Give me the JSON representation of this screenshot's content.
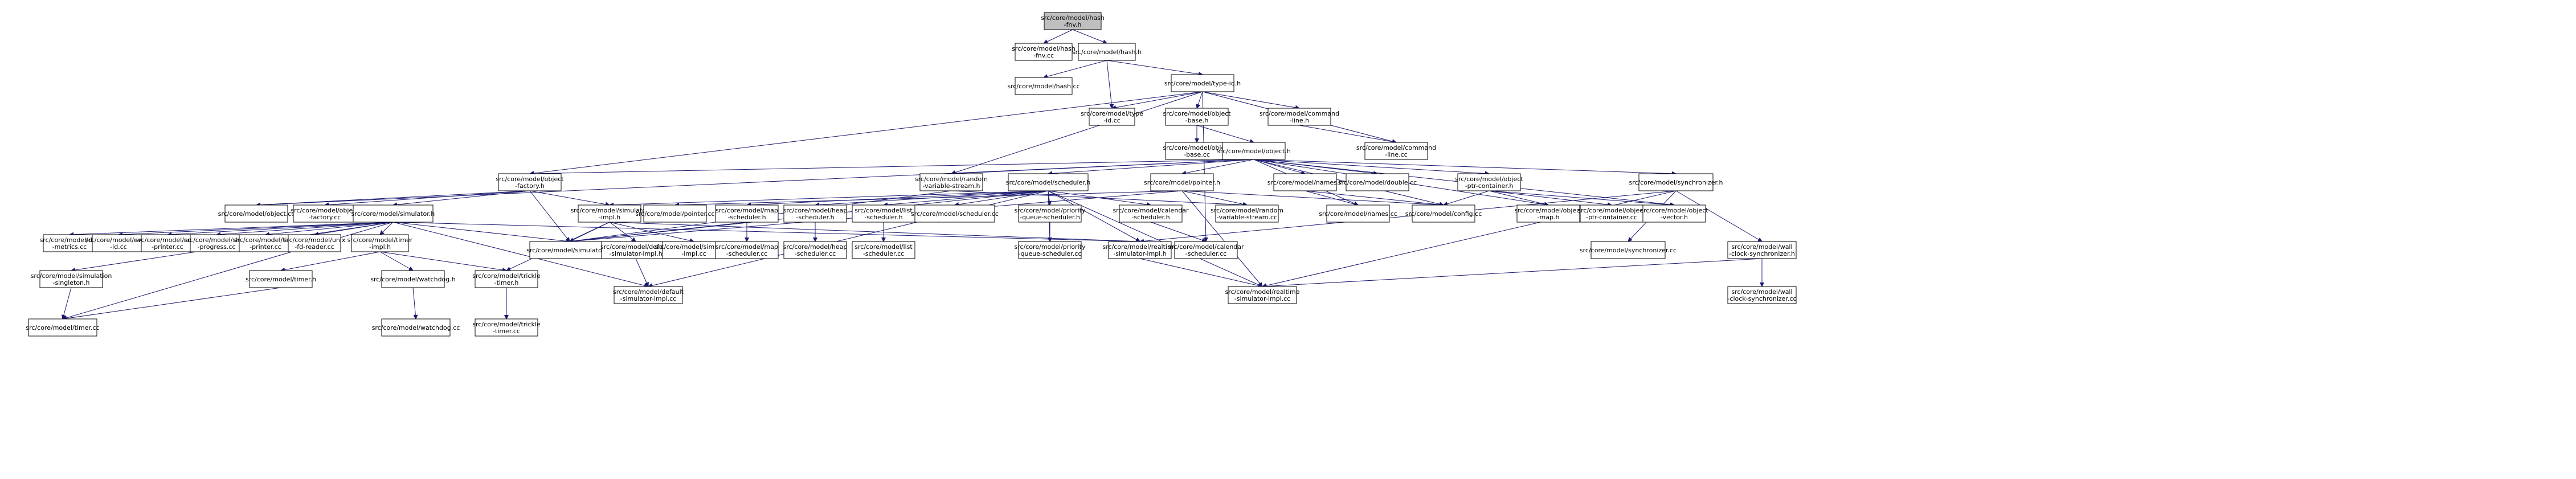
{
  "title": "Include dependency graph",
  "colors": {
    "edge": "#191970",
    "root_fill": "#bfbfbf",
    "node_fill": "#ffffff",
    "node_stroke": "#000000"
  },
  "nodes": [
    {
      "id": "hashfnv_h",
      "lines": [
        "src/core/model/hash",
        "-fnv.h"
      ],
      "root": true
    },
    {
      "id": "hashfnv_cc",
      "lines": [
        "src/core/model/hash",
        "-fnv.cc"
      ]
    },
    {
      "id": "hash_h",
      "lines": [
        "src/core/model/hash.h"
      ]
    },
    {
      "id": "hash_cc",
      "lines": [
        "src/core/model/hash.cc"
      ]
    },
    {
      "id": "typeid_h",
      "lines": [
        "src/core/model/type-id.h"
      ]
    },
    {
      "id": "typeid_cc",
      "lines": [
        "src/core/model/type",
        "-id.cc"
      ]
    },
    {
      "id": "objbase_h",
      "lines": [
        "src/core/model/object",
        "-base.h"
      ]
    },
    {
      "id": "cmdline_h",
      "lines": [
        "src/core/model/command",
        "-line.h"
      ]
    },
    {
      "id": "objbase_cc",
      "lines": [
        "src/core/model/object",
        "-base.cc"
      ]
    },
    {
      "id": "cmdline_cc",
      "lines": [
        "src/core/model/command",
        "-line.cc"
      ]
    },
    {
      "id": "object_h",
      "lines": [
        "src/core/model/object.h"
      ]
    },
    {
      "id": "objfactory_h",
      "lines": [
        "src/core/model/object",
        "-factory.h"
      ]
    },
    {
      "id": "randvar_h",
      "lines": [
        "src/core/model/random",
        "-variable-stream.h"
      ]
    },
    {
      "id": "scheduler_h",
      "lines": [
        "src/core/model/scheduler.h"
      ]
    },
    {
      "id": "pointer_h",
      "lines": [
        "src/core/model/pointer.h"
      ]
    },
    {
      "id": "names_h",
      "lines": [
        "src/core/model/names.h"
      ]
    },
    {
      "id": "double_cc",
      "lines": [
        "src/core/model/double.cc"
      ]
    },
    {
      "id": "ptrcont_h",
      "lines": [
        "src/core/model/object",
        "-ptr-container.h"
      ]
    },
    {
      "id": "synchronizer_h",
      "lines": [
        "src/core/model/synchronizer.h"
      ]
    },
    {
      "id": "object_cc",
      "lines": [
        "src/core/model/object.cc"
      ]
    },
    {
      "id": "objfactory_cc",
      "lines": [
        "src/core/model/object",
        "-factory.cc"
      ]
    },
    {
      "id": "simulator_h",
      "lines": [
        "src/core/model/simulator.h"
      ]
    },
    {
      "id": "simimpl_h",
      "lines": [
        "src/core/model/simulator",
        "-impl.h"
      ]
    },
    {
      "id": "pointer_cc",
      "lines": [
        "src/core/model/pointer.cc"
      ]
    },
    {
      "id": "mapsched_h",
      "lines": [
        "src/core/model/map",
        "-scheduler.h"
      ]
    },
    {
      "id": "heapsched_h",
      "lines": [
        "src/core/model/heap",
        "-scheduler.h"
      ]
    },
    {
      "id": "listsched_h",
      "lines": [
        "src/core/model/list",
        "-scheduler.h"
      ]
    },
    {
      "id": "scheduler_cc",
      "lines": [
        "src/core/model/scheduler.cc"
      ]
    },
    {
      "id": "pqsched_h",
      "lines": [
        "src/core/model/priority",
        "-queue-scheduler.h"
      ]
    },
    {
      "id": "calsched_h",
      "lines": [
        "src/core/model/calendar",
        "-scheduler.h"
      ]
    },
    {
      "id": "randvar_cc",
      "lines": [
        "src/core/model/random",
        "-variable-stream.cc"
      ]
    },
    {
      "id": "names_cc",
      "lines": [
        "src/core/model/names.cc"
      ]
    },
    {
      "id": "config_cc",
      "lines": [
        "src/core/model/config.cc"
      ]
    },
    {
      "id": "objmap_h",
      "lines": [
        "src/core/model/object",
        "-map.h"
      ]
    },
    {
      "id": "ptrcont_cc",
      "lines": [
        "src/core/model/object",
        "-ptr-container.cc"
      ]
    },
    {
      "id": "objvector_h",
      "lines": [
        "src/core/model/object",
        "-vector.h"
      ]
    },
    {
      "id": "desmetrics_cc",
      "lines": [
        "src/core/model/des",
        "-metrics.cc"
      ]
    },
    {
      "id": "eventid_cc",
      "lines": [
        "src/core/model/event",
        "-id.cc"
      ]
    },
    {
      "id": "nodeprinter_cc",
      "lines": [
        "src/core/model/node",
        "-printer.cc"
      ]
    },
    {
      "id": "showprog_cc",
      "lines": [
        "src/core/model/show",
        "-progress.cc"
      ]
    },
    {
      "id": "timeprinter_cc",
      "lines": [
        "src/core/model/time",
        "-printer.cc"
      ]
    },
    {
      "id": "unixfd_cc",
      "lines": [
        "src/core/model/unix",
        "-fd-reader.cc"
      ]
    },
    {
      "id": "timerimpl_h",
      "lines": [
        "src/core/model/timer",
        "-impl.h"
      ]
    },
    {
      "id": "simulator_cc",
      "lines": [
        "src/core/model/simulator.cc"
      ]
    },
    {
      "id": "defsimimpl_h",
      "lines": [
        "src/core/model/default",
        "-simulator-impl.h"
      ]
    },
    {
      "id": "simimpl_cc",
      "lines": [
        "src/core/model/simulator",
        "-impl.cc"
      ]
    },
    {
      "id": "mapsched_cc",
      "lines": [
        "src/core/model/map",
        "-scheduler.cc"
      ]
    },
    {
      "id": "heapsched_cc",
      "lines": [
        "src/core/model/heap",
        "-scheduler.cc"
      ]
    },
    {
      "id": "listsched_cc",
      "lines": [
        "src/core/model/list",
        "-scheduler.cc"
      ]
    },
    {
      "id": "pqsched_cc",
      "lines": [
        "src/core/model/priority",
        "-queue-scheduler.cc"
      ]
    },
    {
      "id": "rtsimimpl_h",
      "lines": [
        "src/core/model/realtime",
        "-simulator-impl.h"
      ]
    },
    {
      "id": "calsched_cc",
      "lines": [
        "src/core/model/calendar",
        "-scheduler.cc"
      ]
    },
    {
      "id": "synchronizer_cc",
      "lines": [
        "src/core/model/synchronizer.cc"
      ]
    },
    {
      "id": "wallclock_h",
      "lines": [
        "src/core/model/wall",
        "-clock-synchronizer.h"
      ]
    },
    {
      "id": "simsingleton_h",
      "lines": [
        "src/core/model/simulation",
        "-singleton.h"
      ]
    },
    {
      "id": "timer_h",
      "lines": [
        "src/core/model/timer.h"
      ]
    },
    {
      "id": "watchdog_h",
      "lines": [
        "src/core/model/watchdog.h"
      ]
    },
    {
      "id": "trickle_h",
      "lines": [
        "src/core/model/trickle",
        "-timer.h"
      ]
    },
    {
      "id": "defsimimpl_cc",
      "lines": [
        "src/core/model/default",
        "-simulator-impl.cc"
      ]
    },
    {
      "id": "rtsimimpl_cc",
      "lines": [
        "src/core/model/realtime",
        "-simulator-impl.cc"
      ]
    },
    {
      "id": "wallclock_cc",
      "lines": [
        "src/core/model/wall",
        "-clock-synchronizer.cc"
      ]
    },
    {
      "id": "timer_cc",
      "lines": [
        "src/core/model/timer.cc"
      ]
    },
    {
      "id": "watchdog_cc",
      "lines": [
        "src/core/model/watchdog.cc"
      ]
    },
    {
      "id": "trickle_cc",
      "lines": [
        "src/core/model/trickle",
        "-timer.cc"
      ]
    }
  ],
  "edges": [
    [
      "hashfnv_h",
      "hashfnv_cc"
    ],
    [
      "hashfnv_h",
      "hash_h"
    ],
    [
      "hash_h",
      "hash_cc"
    ],
    [
      "hash_h",
      "typeid_h"
    ],
    [
      "hash_h",
      "typeid_cc"
    ],
    [
      "typeid_h",
      "typeid_cc"
    ],
    [
      "typeid_h",
      "objbase_h"
    ],
    [
      "typeid_h",
      "cmdline_h"
    ],
    [
      "typeid_h",
      "cmdline_cc"
    ],
    [
      "typeid_h",
      "randvar_h"
    ],
    [
      "typeid_h",
      "objfactory_h"
    ],
    [
      "typeid_h",
      "calsched_cc"
    ],
    [
      "objbase_h",
      "objbase_cc"
    ],
    [
      "objbase_h",
      "object_h"
    ],
    [
      "cmdline_h",
      "cmdline_cc"
    ],
    [
      "object_h",
      "objfactory_h"
    ],
    [
      "object_h",
      "randvar_h"
    ],
    [
      "object_h",
      "scheduler_h"
    ],
    [
      "object_h",
      "pointer_h"
    ],
    [
      "object_h",
      "names_h"
    ],
    [
      "object_h",
      "double_cc"
    ],
    [
      "object_h",
      "ptrcont_h"
    ],
    [
      "object_h",
      "synchronizer_h"
    ],
    [
      "object_h",
      "object_cc"
    ],
    [
      "object_h",
      "config_cc"
    ],
    [
      "object_h",
      "objmap_h"
    ],
    [
      "object_h",
      "objvector_h"
    ],
    [
      "object_h",
      "names_cc"
    ],
    [
      "objfactory_h",
      "object_cc"
    ],
    [
      "objfactory_h",
      "objfactory_cc"
    ],
    [
      "objfactory_h",
      "simulator_h"
    ],
    [
      "objfactory_h",
      "simulator_cc"
    ],
    [
      "objfactory_h",
      "simimpl_h"
    ],
    [
      "randvar_h",
      "randvar_cc"
    ],
    [
      "randvar_h",
      "simulator_cc"
    ],
    [
      "scheduler_h",
      "simimpl_h"
    ],
    [
      "scheduler_h",
      "mapsched_h"
    ],
    [
      "scheduler_h",
      "heapsched_h"
    ],
    [
      "scheduler_h",
      "listsched_h"
    ],
    [
      "scheduler_h",
      "scheduler_cc"
    ],
    [
      "scheduler_h",
      "pqsched_h"
    ],
    [
      "scheduler_h",
      "calsched_h"
    ],
    [
      "scheduler_h",
      "rtsimimpl_h"
    ],
    [
      "scheduler_h",
      "simulator_cc"
    ],
    [
      "scheduler_h",
      "defsimimpl_cc"
    ],
    [
      "scheduler_h",
      "rtsimimpl_cc"
    ],
    [
      "scheduler_h",
      "pqsched_cc"
    ],
    [
      "pointer_h",
      "pointer_cc"
    ],
    [
      "pointer_h",
      "randvar_cc"
    ],
    [
      "pointer_h",
      "config_cc"
    ],
    [
      "pointer_h",
      "simulator_cc"
    ],
    [
      "pointer_h",
      "rtsimimpl_cc"
    ],
    [
      "names_h",
      "names_cc"
    ],
    [
      "names_h",
      "config_cc"
    ],
    [
      "ptrcont_h",
      "config_cc"
    ],
    [
      "ptrcont_h",
      "objmap_h"
    ],
    [
      "ptrcont_h",
      "ptrcont_cc"
    ],
    [
      "ptrcont_h",
      "objvector_h"
    ],
    [
      "synchronizer_h",
      "synchronizer_cc"
    ],
    [
      "synchronizer_h",
      "wallclock_h"
    ],
    [
      "synchronizer_h",
      "rtsimimpl_h"
    ],
    [
      "synchronizer_h",
      "rtsimimpl_cc"
    ],
    [
      "simulator_h",
      "desmetrics_cc"
    ],
    [
      "simulator_h",
      "eventid_cc"
    ],
    [
      "simulator_h",
      "nodeprinter_cc"
    ],
    [
      "simulator_h",
      "showprog_cc"
    ],
    [
      "simulator_h",
      "timeprinter_cc"
    ],
    [
      "simulator_h",
      "unixfd_cc"
    ],
    [
      "simulator_h",
      "timerimpl_h"
    ],
    [
      "simulator_h",
      "simulator_cc"
    ],
    [
      "simulator_h",
      "simsingleton_h"
    ],
    [
      "simulator_h",
      "timer_cc"
    ],
    [
      "simulator_h",
      "rtsimimpl_h"
    ],
    [
      "simulator_h",
      "defsimimpl_cc"
    ],
    [
      "simimpl_h",
      "simulator_cc"
    ],
    [
      "simimpl_h",
      "defsimimpl_h"
    ],
    [
      "simimpl_h",
      "simimpl_cc"
    ],
    [
      "simimpl_h",
      "rtsimimpl_h"
    ],
    [
      "simimpl_h",
      "trickle_h"
    ],
    [
      "mapsched_h",
      "mapsched_cc"
    ],
    [
      "mapsched_h",
      "simulator_cc"
    ],
    [
      "heapsched_h",
      "heapsched_cc"
    ],
    [
      "listsched_h",
      "listsched_cc"
    ],
    [
      "pqsched_h",
      "pqsched_cc"
    ],
    [
      "calsched_h",
      "calsched_cc"
    ],
    [
      "timerimpl_h",
      "timer_h"
    ],
    [
      "timerimpl_h",
      "watchdog_h"
    ],
    [
      "timerimpl_h",
      "trickle_h"
    ],
    [
      "defsimimpl_h",
      "defsimimpl_cc"
    ],
    [
      "rtsimimpl_h",
      "rtsimimpl_cc"
    ],
    [
      "wallclock_h",
      "rtsimimpl_cc"
    ],
    [
      "wallclock_h",
      "wallclock_cc"
    ],
    [
      "simsingleton_h",
      "timer_cc"
    ],
    [
      "timer_h",
      "timer_cc"
    ],
    [
      "watchdog_h",
      "watchdog_cc"
    ],
    [
      "trickle_h",
      "trickle_cc"
    ]
  ]
}
